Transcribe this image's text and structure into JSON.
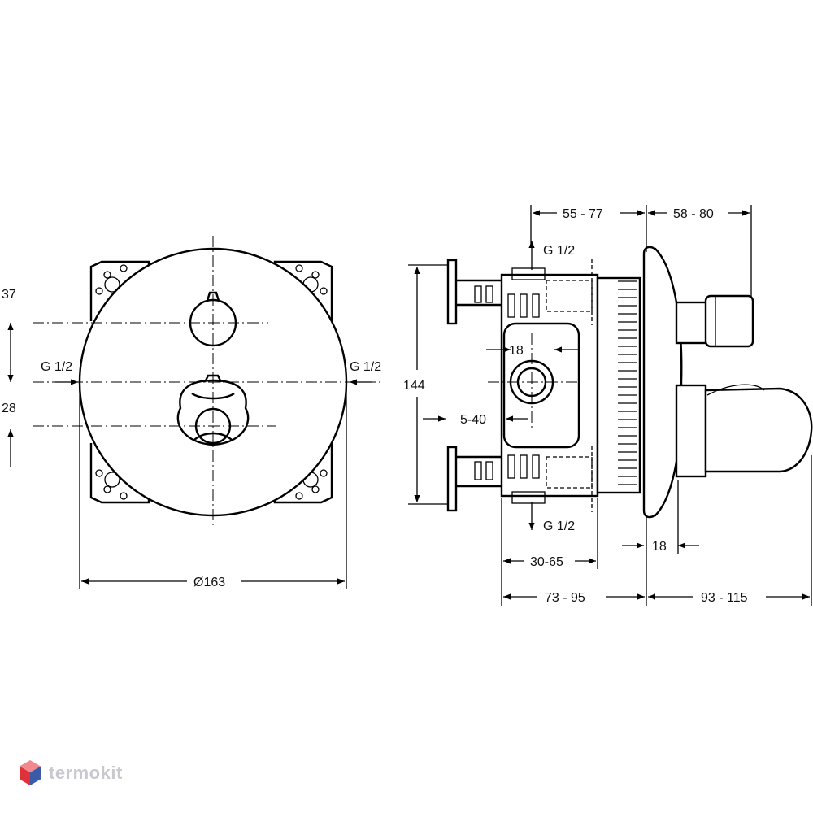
{
  "front_view": {
    "dim_37": "37",
    "dim_28": "28",
    "inlet_left": "G 1/2",
    "inlet_right": "G 1/2",
    "diameter": "Ø163"
  },
  "side_view": {
    "dim_top_a": "55 - 77",
    "dim_top_b": "58 - 80",
    "outlet_top": "G 1/2",
    "outlet_bottom": "G 1/2",
    "dim_height": "144",
    "dim_18_center": "18",
    "dim_5_40": "5-40",
    "dim_18_plate": "18",
    "dim_30_65": "30-65",
    "dim_73_95": "73 - 95",
    "dim_93_115": "93 - 115"
  },
  "watermark": {
    "text": "termokit"
  },
  "colors": {
    "line": "#000000",
    "watermark": "#c8c8cf",
    "logo_red": "#e0303a",
    "logo_blue": "#3a5ba8"
  }
}
